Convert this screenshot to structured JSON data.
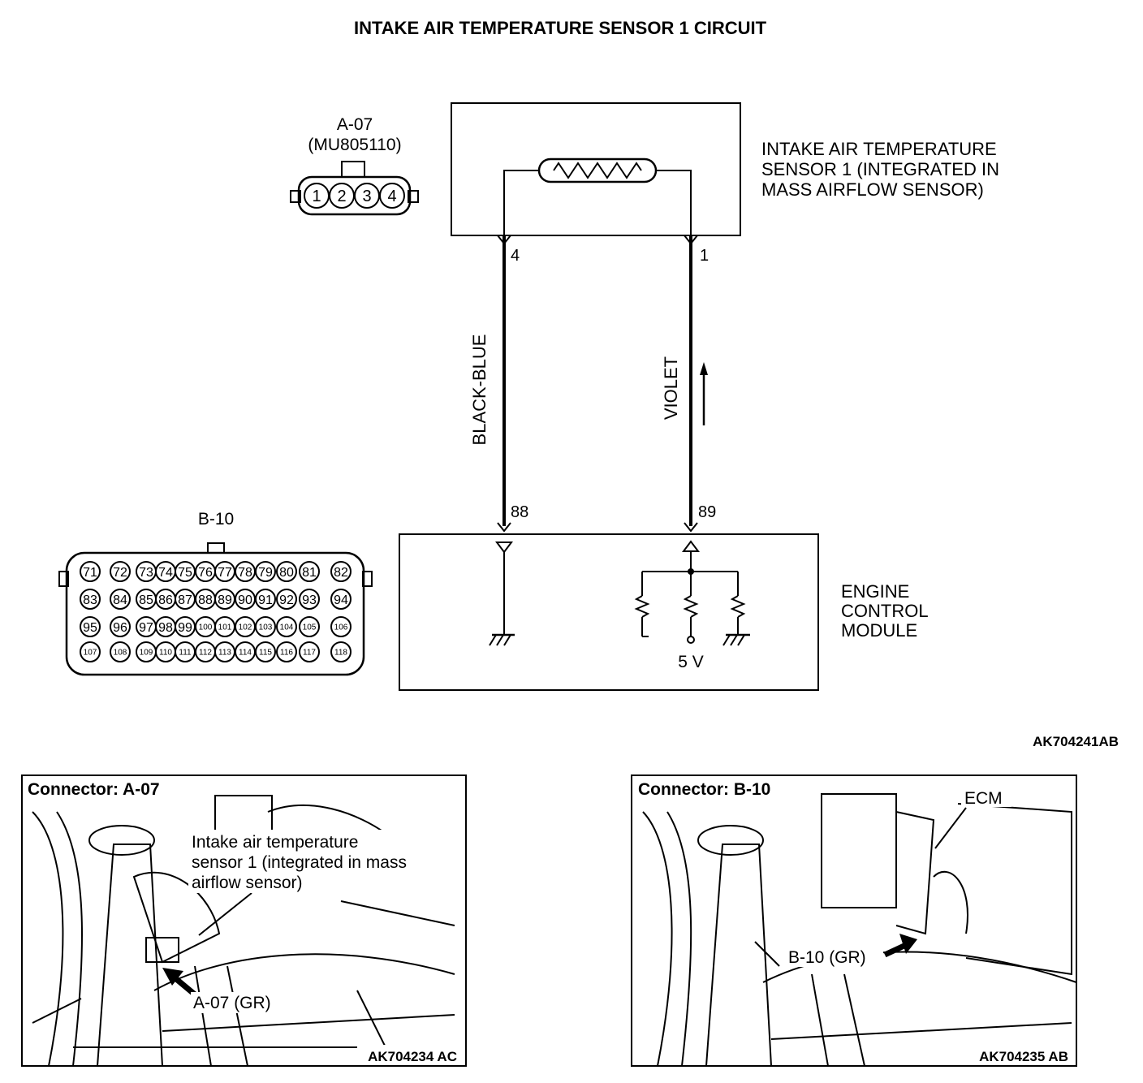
{
  "title": "INTAKE AIR TEMPERATURE SENSOR 1 CIRCUIT",
  "connector_a07": {
    "id": "A-07",
    "part_number": "(MU805110)",
    "pins": [
      "1",
      "2",
      "3",
      "4"
    ]
  },
  "sensor": {
    "label_lines": [
      "INTAKE AIR TEMPERATURE",
      "SENSOR 1 (INTEGRATED IN",
      "MASS AIRFLOW SENSOR)"
    ],
    "pin_left": "4",
    "pin_right": "1"
  },
  "wires": {
    "left_color": "BLACK-BLUE",
    "right_color": "VIOLET"
  },
  "ecm": {
    "pin_left": "88",
    "pin_right": "89",
    "voltage": "5 V",
    "label_lines": [
      "ENGINE",
      "CONTROL",
      "MODULE"
    ]
  },
  "connector_b10": {
    "id": "B-10",
    "rows": [
      [
        "71",
        "72",
        "73",
        "74",
        "75",
        "76",
        "77",
        "78",
        "79",
        "80",
        "81",
        "82"
      ],
      [
        "83",
        "84",
        "85",
        "86",
        "87",
        "88",
        "89",
        "90",
        "91",
        "92",
        "93",
        "94"
      ],
      [
        "95",
        "96",
        "97",
        "98",
        "99",
        "100",
        "101",
        "102",
        "103",
        "104",
        "105",
        "106"
      ],
      [
        "107",
        "108",
        "109",
        "110",
        "111",
        "112",
        "113",
        "114",
        "115",
        "116",
        "117",
        "118"
      ]
    ]
  },
  "diagram_code": "AK704241AB",
  "photo_a07": {
    "header": "Connector: A-07",
    "callout_lines": [
      "Intake air temperature",
      "sensor 1 (integrated in mass",
      "airflow sensor)"
    ],
    "connector_label": "A-07 (GR)",
    "code": "AK704234 AC"
  },
  "photo_b10": {
    "header": "Connector: B-10",
    "ecm_label": "ECM",
    "connector_label": "B-10 (GR)",
    "code": "AK704235 AB"
  }
}
